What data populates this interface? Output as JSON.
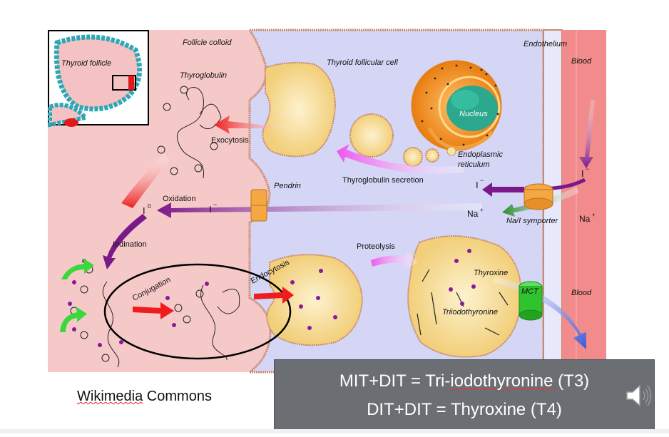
{
  "diagram": {
    "labels": {
      "follicle_colloid": "Follicle colloid",
      "thyroid_follicular_cell": "Thyroid follicular cell",
      "endothelium": "Endothelium",
      "blood_top": "Blood",
      "blood_bottom": "Blood",
      "thyroid_follicle": "Thyroid follicle",
      "thyroglobulin": "Thyroglobulin",
      "exocytosis": "Exocytosis",
      "nucleus": "Nucleus",
      "endoplasmic": "Endoplasmic",
      "reticulum": "reticulum",
      "thyroglobulin_secretion": "Thyroglobulin secretion",
      "pendrin": "Pendrin",
      "oxidation": "Oxidation",
      "i_zero": "I",
      "i_zero_sup": "0",
      "i_minus_left": "I",
      "i_minus_left_sup": "−",
      "i_minus_mid": "I",
      "i_minus_mid_sup": "−",
      "i_minus_blood": "I",
      "i_minus_blood_sup": "−",
      "na_left": "Na",
      "na_left_sup": "+",
      "na_right": "Na",
      "na_right_sup": "+",
      "symporter": "Na/I symporter",
      "iodination": "Iodination",
      "conjugation": "Conjugation",
      "endocytosis": "Endocytosis",
      "proteolysis": "Proteolysis",
      "thyroxine": "Thyroxine",
      "triiodothyronine": "Triiodothyronine",
      "mct": "MCT"
    },
    "colors": {
      "colloid": "#f6c9c9",
      "cell": "#d5d5f5",
      "blood": "#f28b8b",
      "membrane": "#e8b89a",
      "vesicle": "#f7e2a8",
      "nucleus_outer": "#f39a2b",
      "nucleus_inner": "#2ba88e",
      "arrow_red": "#ee1c1c",
      "arrow_magenta": "#ee55ee",
      "arrow_purple": "#7a1a8a",
      "arrow_green": "#2e8b2e",
      "arrow_blue": "#3a5ad8",
      "channel_orange": "#f5a742",
      "mct_green": "#2fc42f"
    }
  },
  "credit": {
    "word": "Wikimedia",
    "rest": " Commons"
  },
  "equation_box": {
    "line1_pre": "MIT+DIT = Tri-",
    "line1_wavy": "iodothyronine",
    "line1_post": " (T3)",
    "line2": "DIT+DIT = Thyroxine (T4)"
  },
  "icons": {
    "speaker": "speaker-icon"
  }
}
